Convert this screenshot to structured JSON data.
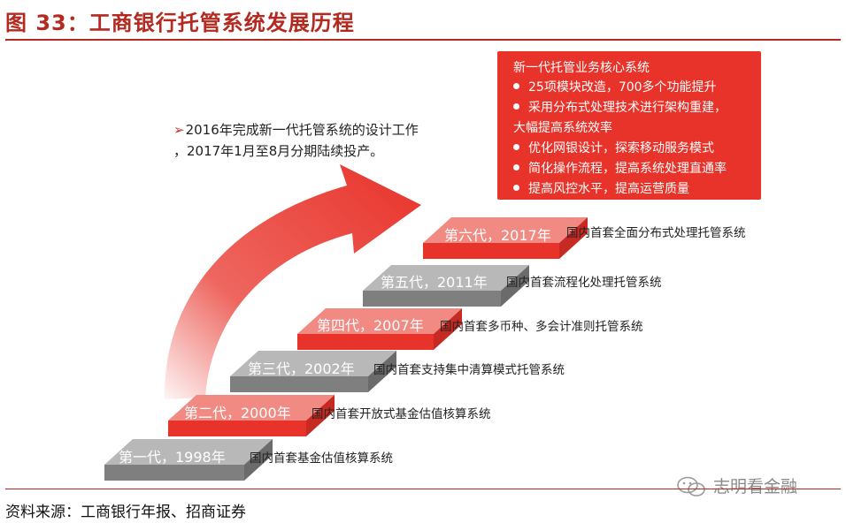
{
  "header": {
    "title": "图 33：工商银行托管系统发展历程"
  },
  "note": {
    "line1": "2016年完成新一代托管系统的设计工作",
    "line2": "，2017年1月至8月分期陆续投产。"
  },
  "core_box": {
    "heading": "新一代托管业务核心系统",
    "bullets": [
      "25项模块改造，700多个功能提升",
      "采用分布式处理技术进行架构重建，",
      "优化网银设计，探索移动服务模式",
      "简化操作流程，提高系统处理直通率",
      "提高风控水平，提高运营质量"
    ],
    "continuation": "大幅提高系统效率"
  },
  "steps": [
    {
      "label": "第一代，1998年",
      "desc": "国内首套基金估值核算系统",
      "color": "#7f7f7f"
    },
    {
      "label": "第二代，2000年",
      "desc": "国内首套开放式基金估值核算系统",
      "color": "#e8332a"
    },
    {
      "label": "第三代，2002年",
      "desc": "国内首套支持集中清算模式托管系统",
      "color": "#7f7f7f"
    },
    {
      "label": "第四代，2007年",
      "desc": "国内首套多币种、多会计准则托管系统",
      "color": "#e8332a"
    },
    {
      "label": "第五代，2011年",
      "desc": "国内首套流程化处理托管系统",
      "color": "#7f7f7f"
    },
    {
      "label": "第六代，2017年",
      "desc": "国内首套全面分布式处理托管系统",
      "color": "#e8332a"
    }
  ],
  "footer": {
    "source": "资料来源：工商银行年报、招商证券"
  },
  "watermark": {
    "text": "志明看金融",
    "icon": "wechat-icon"
  }
}
